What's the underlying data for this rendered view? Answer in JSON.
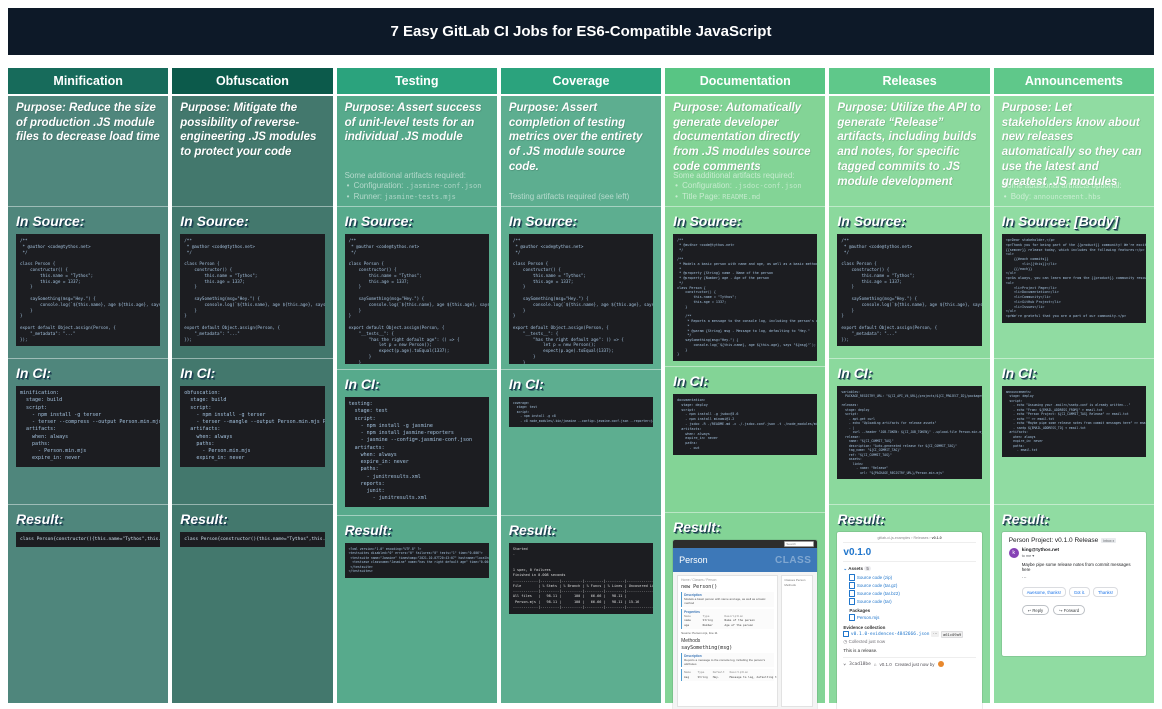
{
  "banner": {
    "title": "7 Easy GitLab CI Jobs for ES6-Compatible JavaScript"
  },
  "labels": {
    "ci": "In CI:",
    "result": "Result:"
  },
  "colors": {
    "banner_bg": "#0d1928",
    "column_headers": [
      "#176b5b",
      "#0c5a4b",
      "#2ba37d",
      "#2ba37d",
      "#58c584",
      "#5fc88a",
      "#5fc88a"
    ],
    "column_bodies": [
      "#4f867c",
      "#43786d",
      "#57aa8c",
      "#5dae90",
      "#83d496",
      "#8bd99d",
      "#90dca2"
    ],
    "gitlab_blue": "#1f75cb",
    "jsdoc_blue": "#3d78b8",
    "gmail_avatar_purple": "#8642b5"
  },
  "columns": [
    {
      "title": "Minification",
      "purpose": "Purpose: Reduce the size of production .JS module files to decrease load time",
      "source_label": "In Source:",
      "source_code": [
        "/**",
        " * @author <code@tythos.net>",
        " */",
        "",
        "class Person {",
        "    constructor() {",
        "        this.name = \"Tythos\";",
        "        this.age = 1337;",
        "    }",
        "",
        "    saySomething(msg=\"Hey.\") {",
        "        console.log(`${this.name}, age ${this.age}, says \"${msg}\"`);",
        "    }",
        "}",
        "",
        "export default Object.assign(Person, {",
        "    \"_metadata\": \"...\"",
        "});"
      ],
      "ci_code": [
        "minification:",
        "  stage: build",
        "  script:",
        "    - npm install -g terser",
        "    - terser --compress --output Person.min.mjs Person.mjs",
        "  artifacts:",
        "    when: always",
        "    paths:",
        "      - Person.min.mjs",
        "    expire_in: never"
      ],
      "result_code": [
        "class Person{constructor(){this.name=\"Tythos\",this..."
      ]
    },
    {
      "title": "Obfuscation",
      "purpose": "Purpose: Mitigate the possibility of reverse-engineering .JS modules to protect your code",
      "source_label": "In Source:",
      "source_code": [
        "/**",
        " * @author <code@tythos.net>",
        " */",
        "",
        "class Person {",
        "    constructor() {",
        "        this.name = \"Tythos\";",
        "        this.age = 1337;",
        "    }",
        "",
        "    saySomething(msg=\"Hey.\") {",
        "        console.log(`${this.name}, age ${this.age}, says \"${msg}\"`);",
        "    }",
        "}",
        "",
        "export default Object.assign(Person, {",
        "    \"_metadata\": \"...\"",
        "});"
      ],
      "ci_code": [
        "obfuscation:",
        "  stage: build",
        "  script:",
        "    - npm install -g terser",
        "    - terser --mangle --output Person.min.mjs Person.mjs",
        "  artifacts:",
        "    when: always",
        "    paths:",
        "      - Person.min.mjs",
        "    expire_in: never"
      ],
      "result_code": [
        "class Person{constructor(){this.name=\"Tythos\",this..."
      ]
    },
    {
      "title": "Testing",
      "purpose": "Purpose: Assert success of unit-level tests for an individual .JS module",
      "note_title": "Some additional artifacts required:",
      "bullets": [
        {
          "label": "Configuration: ",
          "file": ".jasmine-conf.json"
        },
        {
          "label": "Runner: ",
          "file": "jasmine-tests.mjs"
        }
      ],
      "source_label": "In Source:",
      "source_code": [
        "/**",
        " * @author <code@tythos.net>",
        " */",
        "",
        "class Person {",
        "    constructor() {",
        "        this.name = \"Tythos\";",
        "        this.age = 1337;",
        "    }",
        "",
        "    saySomething(msg=\"Hey.\") {",
        "        console.log(`${this.name}, age ${this.age}, says \"${msg}\"`);",
        "    }",
        "}",
        "",
        "export default Object.assign(Person, {",
        "    \"__tests__\": {",
        "        \"has the right default age\": () => {",
        "            let p = new Person();",
        "            expect(p.age).toEqual(1337);",
        "        }",
        "    }",
        "});"
      ],
      "ci_code": [
        "testing:",
        "  stage: test",
        "  script:",
        "    - npm install -g jasmine",
        "    - npm install jasmine-reporters",
        "    - jasmine --config=.jasmine-conf.json",
        "  artifacts:",
        "    when: always",
        "    expire_in: never",
        "    paths:",
        "      - junitresults.xml",
        "    reports:",
        "      junit:",
        "        - junitresults.xml"
      ],
      "result_code": [
        "<?xml version=\"1.0\" encoding=\"UTF-8\" ?>",
        "<testsuites disabled=\"0\" errors=\"0\" failures=\"0\" tests=\"1\" time=\"0.006\">",
        " <testsuite name=\"Jasmine\" timestamp=\"2021-10-07T20:43:07\" hostname=\"localhost\"",
        "  <testcase classname=\"Jasmine\" name=\"has the right default age\" time=\"0.004\"/>",
        " </testsuite>",
        "</testsuites>"
      ]
    },
    {
      "title": "Coverage",
      "purpose": "Purpose: Assert completion of testing metrics over the entirety of .JS module source code.",
      "note_plain": "Testing artifacts required (see left)",
      "source_label": "In Source:",
      "source_code": [
        "/**",
        " * @author <code@tythos.net>",
        " */",
        "",
        "class Person {",
        "    constructor() {",
        "        this.name = \"Tythos\";",
        "        this.age = 1337;",
        "    }",
        "",
        "    saySomething(msg=\"Hey.\") {",
        "        console.log(`${this.name}, age ${this.age}, says \"${msg}\"`);",
        "    }",
        "}",
        "",
        "export default Object.assign(Person, {",
        "    \"__tests__\": {",
        "        \"has the right default age\": () => {",
        "            let p = new Person();",
        "            expect(p.age).toEqual(1337);",
        "        }",
        "    }",
        "});"
      ],
      "ci_code": [
        "coverage:",
        "  stage: test",
        "  script:",
        "    - npm install -g c8",
        "    - c8 node_modules/.bin/jasmine --config=.jasmine-conf.json --reporter=jasmine-console-reporter"
      ],
      "result_code": [
        "Started",
        ".",
        "",
        "",
        "1 spec, 0 failures",
        "Finished in 0.008 seconds",
        "------------|---------|----------|---------|---------|------------------",
        "File        | % Stmts | % Branch | % Funcs | % Lines | Uncovered Line #s",
        "------------|---------|----------|---------|---------|------------------",
        "All files   |   98.11 |      100 |   66.66 |   98.11 |",
        " Person.mjs |   98.11 |      100 |   66.66 |   98.11 | 15-16",
        "------------|---------|----------|---------|---------|------------------"
      ]
    },
    {
      "title": "Documentation",
      "purpose": "Purpose: Automatically generate developer documentation directly from .JS modules source code comments",
      "note_title": "Some additional artifacts required:",
      "bullets": [
        {
          "label": "Configuration: ",
          "file": ".jsdoc-conf.json"
        },
        {
          "label": "Title Page: ",
          "file": "README.md"
        }
      ],
      "source_label": "In Source:",
      "source_code": [
        "/**",
        " * @author <code@tythos.net>",
        " */",
        "",
        "/**",
        " * Models a basic person with name and age, as well as a basic method",
        " *",
        " * @property {String} name - Name of the person",
        " * @property {Number} age - Age of the person",
        " */",
        "class Person {",
        "    constructor() {",
        "        this.name = \"Tythos\";",
        "        this.age = 1337;",
        "    }",
        "",
        "    /**",
        "     * Reports a message to the console log, including the person's attributes",
        "     *",
        "     * @param {String} msg - Message to log, defaulting to \"Hey.\"",
        "     */",
        "    saySomething(msg=\"Hey.\") {",
        "        console.log(`${this.name}, age ${this.age}, says \"${msg}\"`);",
        "    }",
        "}"
      ],
      "ci_code": [
        "documentation:",
        "  stage: deploy",
        "  script:",
        "    - npm install -g jsdoc@3.6",
        "    - npm install minami@1.2",
        "    - jsdoc -R ./README.md -c ./.jsdoc-conf.json -t ./node_modules/minami Person.mjs",
        "  artifacts:",
        "    when: always",
        "    expire_in: never",
        "    paths:",
        "      - out"
      ],
      "doc": {
        "search": "Search",
        "class_name": "Person",
        "kind": "CLASS",
        "breadcrumb": "Home / Classes / Person",
        "signature": "new Person()",
        "description_label": "Description",
        "description_text": "Models a basic person with name and age, as well as a basic method",
        "properties_label": "Properties",
        "prop_header": "Name       Type         Description",
        "prop_rows": [
          "name       String       Name of the person",
          "age        Number       Age of the person"
        ],
        "source_ref": "Source:  Person.mjs, line 11",
        "methods_label": "Methods",
        "method_signature": "saySomething(msg)",
        "method_description": "Reports a message to the console log, including the person's attributes",
        "param_header": "Name    Type     Default   Description",
        "param_rows": [
          "msg     String   Hey.      Message to log, defaulting to \"Hey.\""
        ],
        "sidebar": "Classes Person Methods"
      }
    },
    {
      "title": "Releases",
      "purpose": "Purpose: Utilize the API to generate “Release” artifacts, including builds and notes, for specific tagged commits to .JS module development",
      "source_label": "In Source:",
      "source_code": [
        "/**",
        " * @author <code@tythos.net>",
        " */",
        "",
        "class Person {",
        "    constructor() {",
        "        this.name = \"Tythos\";",
        "        this.age = 1337;",
        "    }",
        "",
        "    saySomething(msg=\"Hey.\") {",
        "        console.log(`${this.name}, age ${this.age}, says \"${msg}\"`);",
        "    }",
        "}",
        "",
        "export default Object.assign(Person, {",
        "    \"_metadata\": \"...\"",
        "});"
      ],
      "ci_code": [
        "variables:",
        "  PACKAGE_REGISTRY_URL: \"${CI_API_V4_URL}/projects/${CI_PROJECT_ID}/packages/generic/${CI_COMMIT_TAG}/\"",
        "",
        "releases:",
        "  stage: deploy",
        "  script:",
        "    - apt-get curl",
        "    - echo \"Uploading artifacts for release assets\"",
        "    - |",
        "      curl --header \"JOB-TOKEN: ${CI_JOB_TOKEN}\" --upload-file Person.min.mjs \"${PACKAGE_REGISTRY_URL}\"",
        "  release:",
        "    name: \"${CI_COMMIT_TAG}\"",
        "    description: \"Auto-generated release for ${CI_COMMIT_TAG}\"",
        "    tag_name: \"${CI_COMMIT_TAG}\"",
        "    ref: \"${CI_COMMIT_TAG}\"",
        "    assets:",
        "      links:",
        "        - name: \"Release\"",
        "          url: \"${PACKAGE_REGISTRY_URL}/Person.min.mjs\""
      ],
      "release": {
        "breadcrumb_project": "gitlab-ci-js-examples",
        "breadcrumb_section": "Releases",
        "breadcrumb_tag": "v0.1.0",
        "title": "v0.1.0",
        "assets_label": "Assets",
        "assets_count": "5",
        "asset_links": [
          "Source code (zip)",
          "Source code (tar.gz)",
          "Source code (tar.bz2)",
          "Source code (tar)"
        ],
        "packages_label": "Packages",
        "package_name": "Person.mjs",
        "evidence_label": "Evidence collection",
        "evidence_file": "v0.1.0-evidences-4842666.json",
        "evidence_hash": "a61c09a9",
        "collected_text": "Collected just now",
        "description": "This is a release.",
        "footer_commit": "3cad18be",
        "footer_tag": "v0.1.0",
        "footer_created": "Created just now by"
      }
    },
    {
      "title": "Announcements",
      "purpose": "Purpose: Let stakeholders know about new releases automatically so they can use the latest and greatest .JS modules",
      "note_title": "Some additional artifacts optional:",
      "bullets": [
        {
          "label": "Body: ",
          "file": "announcement.hbs"
        }
      ],
      "source_label": "In Source: [Body]",
      "source_code": [
        "<p>Dear stakeholder,</p>",
        "<p>Thank you for being part of the {{product}} community! We're excited to announce the",
        "{{semver}} release today, which includes the following features:</p>",
        "<ul>",
        "    {{#each commits}}",
        "        <li>{{this}}</li>",
        "    {{/each}}",
        "</ul>",
        "<p>As always, you can learn more from the {{product}} community resources:</p>",
        "<ul>",
        "    <li>Project Page</li>",
        "    <li>Documentation</li>",
        "    <li>Community</li>",
        "    <li>GitHub Project</li>",
        "    <li>Issues</li>",
        "</ul>",
        "<p>We're grateful that you are a part of our community.</p>"
      ],
      "ci_code": [
        "announcements:",
        "  stage: deploy",
        "  script:",
        "    - echo \"Assuming your .mailrc/ssmtp.conf is already written...\"",
        "    - echo \"From: ${EMAIL_ADDRESS_FROM}\" > email.txt",
        "    - echo \"Person Project: ${CI_COMMIT_TAG} Release\" >> email.txt",
        "    - echo \"\" >> email.txt",
        "    - echo \"Maybe pipe some release notes from commit messages here\" >> email.txt",
        "    - ssmtp ${EMAIL_ADDRESS_TO} < email.txt",
        "  artifacts:",
        "    when: always",
        "    expire_in: never",
        "    paths:",
        "      - email.txt"
      ],
      "email": {
        "subject": "Person Project: v0.1.0 Release",
        "inbox_badge": "Inbox x",
        "avatar_letter": "k",
        "sender": "king@tythos.net",
        "to_line": "to me ▾",
        "body_text": "Maybe pipe some release notes from commit messages here",
        "trimmed_indicator": "…",
        "smart_replies": [
          "Awesome, thanks!",
          "Got it.",
          "Thanks!"
        ],
        "reply_label": "↩  Reply",
        "forward_label": "↪  Forward"
      }
    }
  ]
}
